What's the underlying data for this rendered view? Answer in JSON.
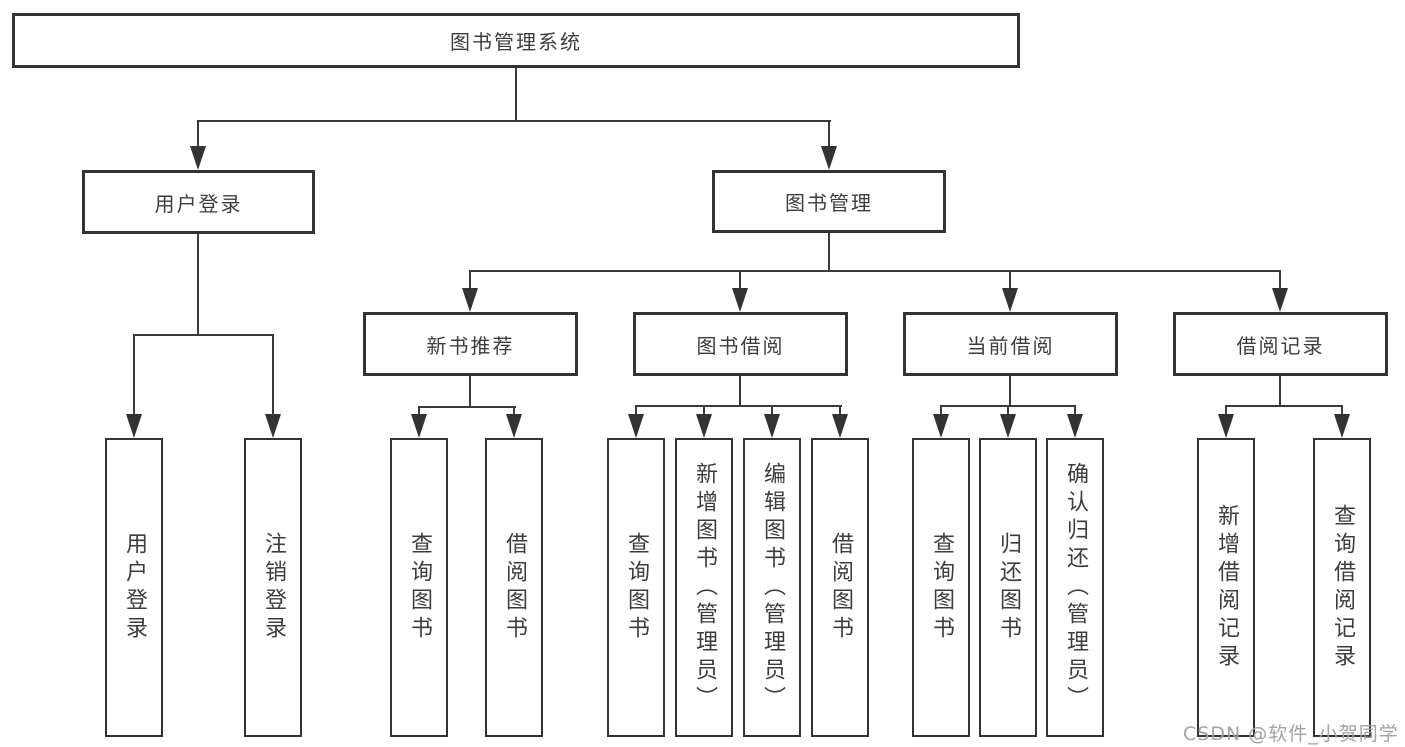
{
  "diagram_type": "hierarchy-diagram",
  "structure": {
    "root": "图书管理系统",
    "children": [
      {
        "label": "用户登录",
        "children": [
          "用户登录",
          "注销登录"
        ]
      },
      {
        "label": "图书管理",
        "children": [
          {
            "label": "新书推荐",
            "children": [
              "查询图书",
              "借阅图书"
            ]
          },
          {
            "label": "图书借阅",
            "children": [
              "查询图书",
              "新增图书（管理员）",
              "编辑图书（管理员）",
              "借阅图书"
            ]
          },
          {
            "label": "当前借阅",
            "children": [
              "查询图书",
              "归还图书",
              "确认归还（管理员）"
            ]
          },
          {
            "label": "借阅记录",
            "children": [
              "新增借阅记录",
              "查询借阅记录"
            ]
          }
        ]
      }
    ]
  },
  "watermark": {
    "text": "CSDN @软件_小贺同学"
  },
  "colors": {
    "background": "#ffffff",
    "box_border": "#333333",
    "line": "#3a3a3a",
    "text": "#3d3d3d",
    "watermark": "#a3a3a3"
  }
}
